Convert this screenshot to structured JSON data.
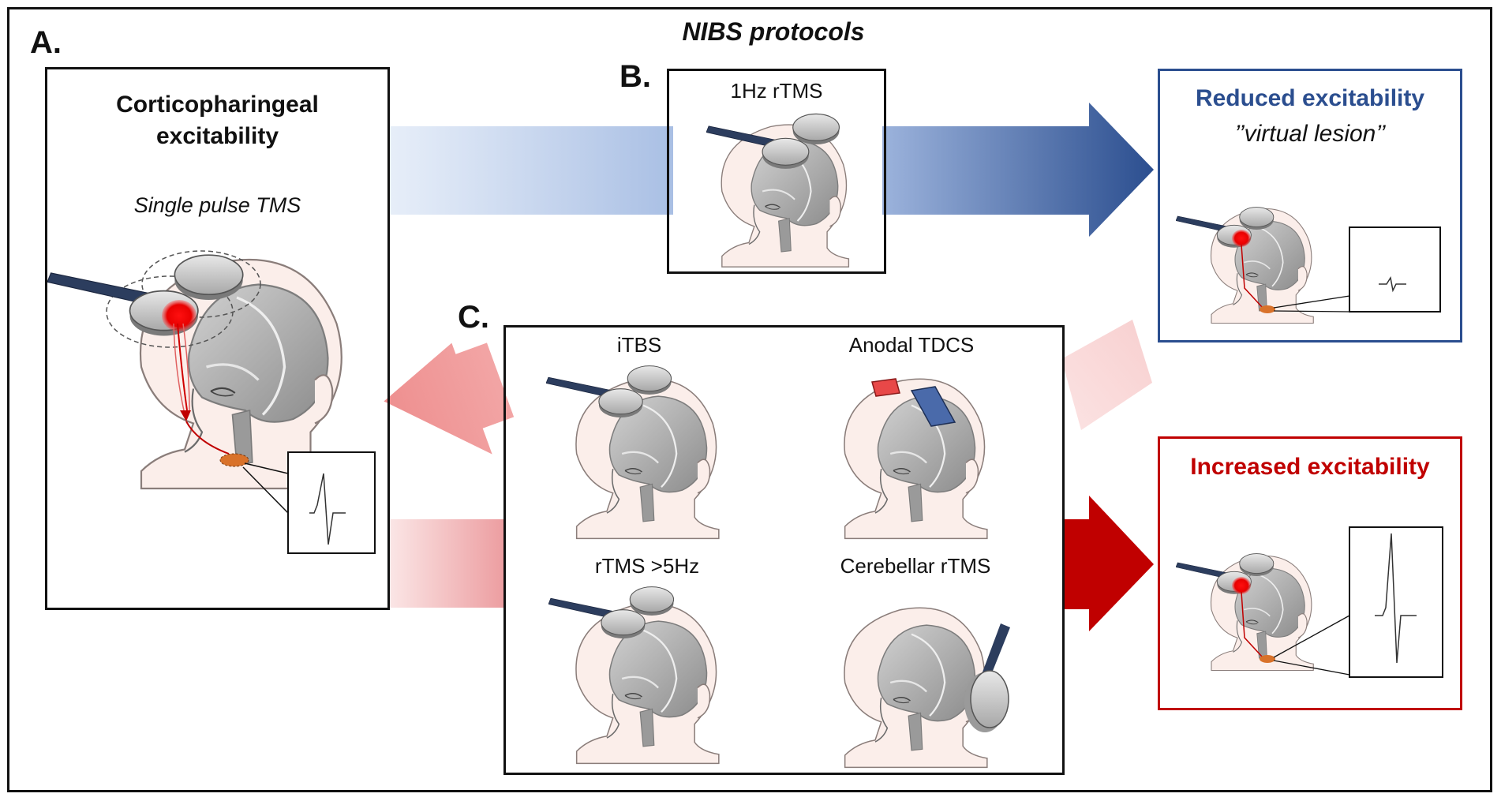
{
  "title": "NIBS protocols",
  "panels": {
    "a": {
      "letter": "A.",
      "heading_line1": "Corticopharingeal",
      "heading_line2": "excitability",
      "subheading": "Single pulse TMS"
    },
    "b": {
      "letter": "B.",
      "protocol": "1Hz rTMS"
    },
    "c": {
      "letter": "C.",
      "protocols": [
        "iTBS",
        "Anodal TDCS",
        "rTMS >5Hz",
        "Cerebellar rTMS"
      ]
    }
  },
  "outcomes": {
    "reduced": {
      "line1": "Reduced excitability",
      "line2": "’’virtual lesion’’"
    },
    "increased": {
      "line1": "Increased excitability"
    }
  },
  "colors": {
    "blue": "#2b4e8f",
    "red": "#c00000",
    "coil_dark": "#2c3d5e",
    "head_fill": "#fbeeea",
    "brain": "#a8a8a8"
  }
}
